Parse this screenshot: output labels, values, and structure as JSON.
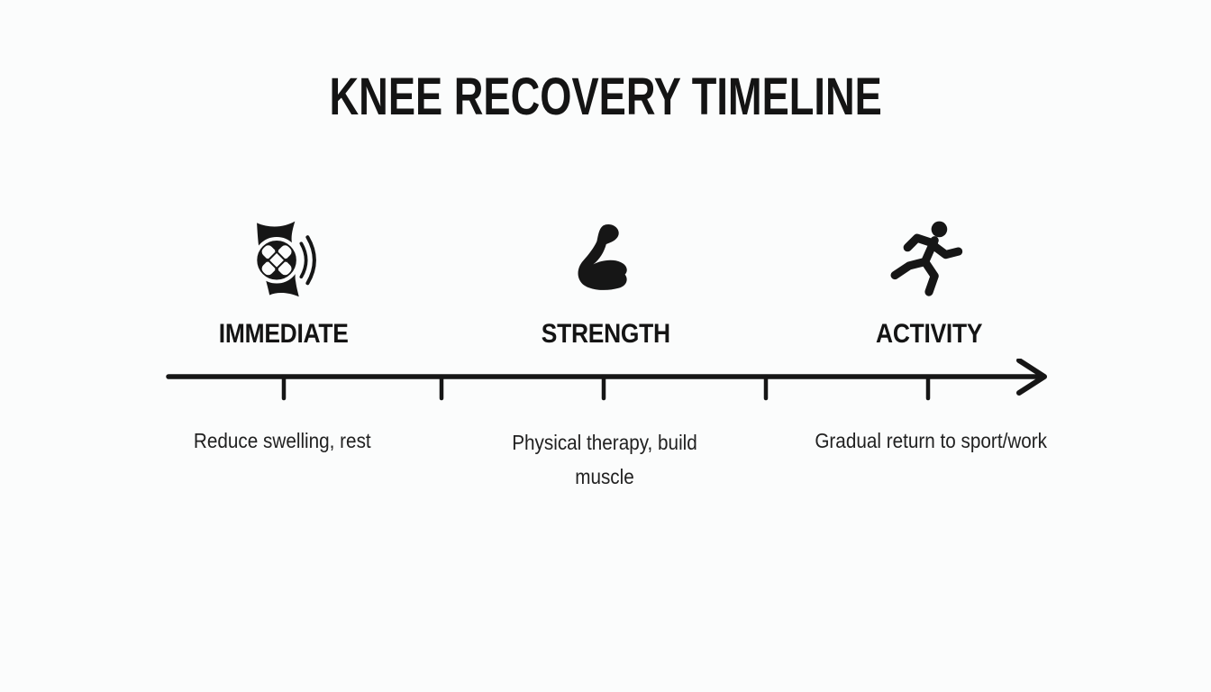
{
  "title": "KNEE RECOVERY TIMELINE",
  "stages": [
    {
      "label": "IMMEDIATE",
      "description": "Reduce swelling, rest",
      "icon": "knee-ice-pack-icon"
    },
    {
      "label": "STRENGTH",
      "description": "Physical therapy, build muscle",
      "icon": "flexed-bicep-icon"
    },
    {
      "label": "ACTIVITY",
      "description": "Gradual return to sport/work",
      "icon": "running-person-icon"
    }
  ],
  "timeline": {
    "tick_count": 5,
    "arrow_direction": "right"
  },
  "colors": {
    "ink": "#161616",
    "background": "#fbfcfc"
  }
}
